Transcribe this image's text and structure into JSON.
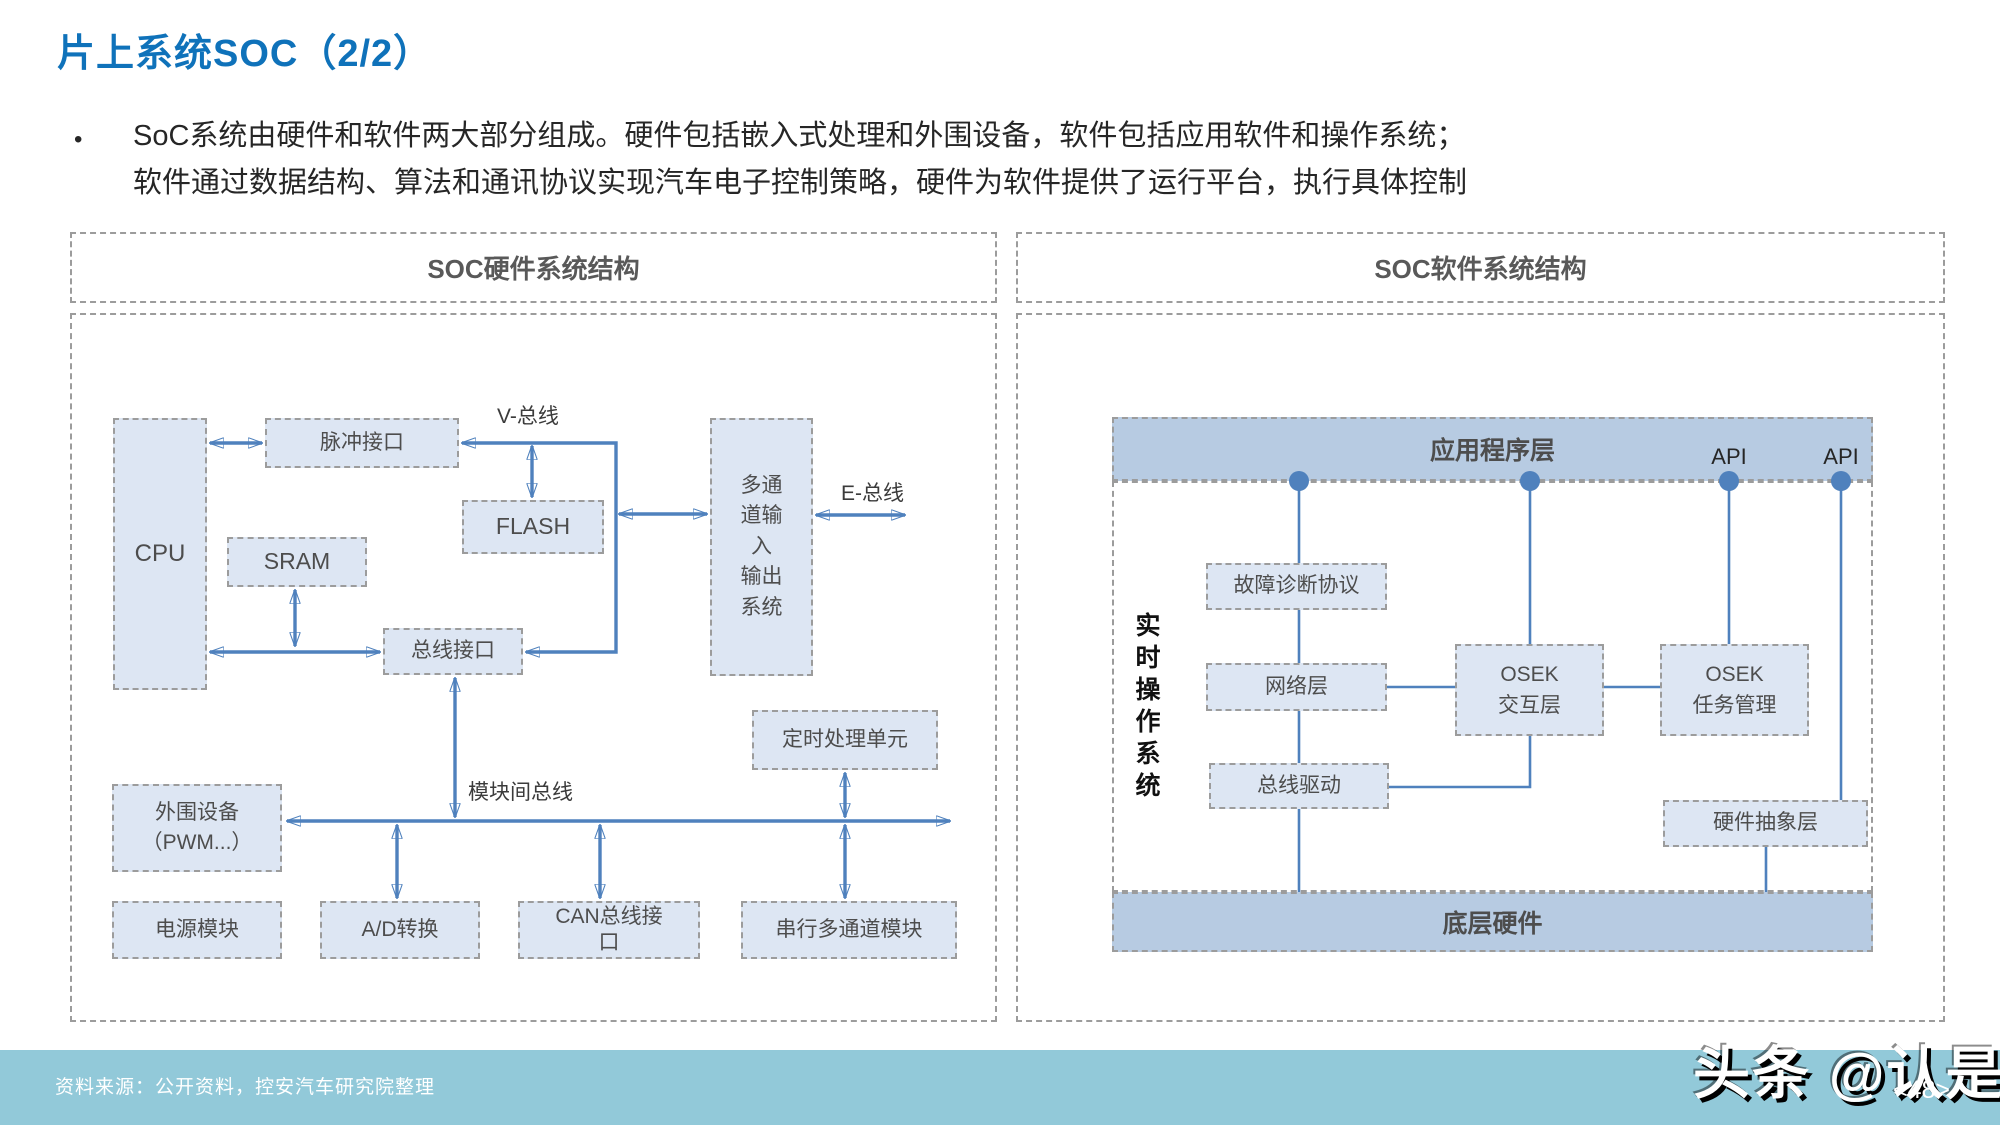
{
  "title": "片上系统SOC（2/2）",
  "bullet": {
    "marker": "•",
    "line1": "SoC系统由硬件和软件两大部分组成。硬件包括嵌入式处理和外围设备，软件包括应用软件和操作系统；",
    "line2": "软件通过数据结构、算法和通讯协议实现汽车电子控制策略，硬件为软件提供了运行平台，执行具体控制"
  },
  "hardware_panel": {
    "header": "SOC硬件系统结构",
    "nodes": {
      "cpu": "CPU",
      "pulse_interface": "脉冲接口",
      "flash": "FLASH",
      "sram": "SRAM",
      "bus_interface": "总线接口",
      "multichannel_io": "多通\n道输\n入\n输出\n系统",
      "timer_unit": "定时处理单元",
      "peripherals": "外围设备\n（PWM...）",
      "power_module": "电源模块",
      "ad_converter": "A/D转换",
      "can_bus_interface": "CAN总线接\n口",
      "serial_multichannel": "串行多通道模块"
    },
    "labels": {
      "v_bus": "V-总线",
      "e_bus": "E-总线",
      "inter_module_bus": "模块间总线"
    }
  },
  "software_panel": {
    "header": "SOC软件系统结构",
    "nodes": {
      "app_layer": "应用程序层",
      "api_1": "API",
      "api_2": "API",
      "rtos": "实\n时\n操\n作\n系\n统",
      "fault_diagnosis": "故障诊断协议",
      "network_layer": "网络层",
      "bus_driver": "总线驱动",
      "osek_interaction": "OSEK\n交互层",
      "osek_task": "OSEK\n任务管理",
      "hal": "硬件抽象层",
      "bottom_hardware": "底层硬件"
    }
  },
  "footer": {
    "source": "资料来源：公开资料，控安汽车研究院整理",
    "watermark": "头条 @认是",
    "page_number": "<48>"
  },
  "colors": {
    "title_blue": "#0f72ba",
    "arrow_blue": "#4f81bd",
    "box_fill": "#dde6f3",
    "bar_fill": "#b7cbe2",
    "footer_teal": "#92c9d9",
    "header_gray": "#595959"
  }
}
